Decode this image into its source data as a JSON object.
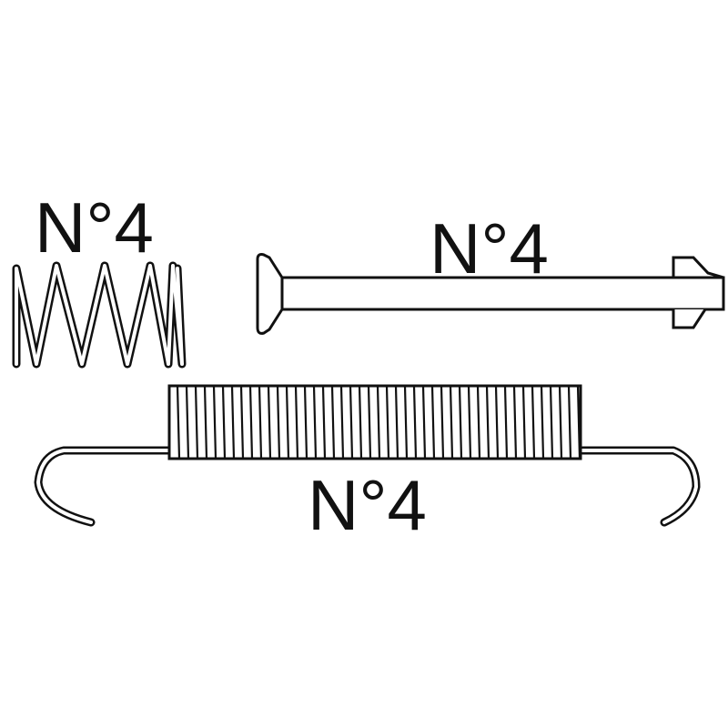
{
  "parts": [
    {
      "name": "compression-spring",
      "label": "N°4"
    },
    {
      "name": "pin",
      "label": "N°4"
    },
    {
      "name": "extension-spring",
      "label": "N°4"
    }
  ],
  "colors": {
    "line": "#111111",
    "background": "#ffffff"
  }
}
